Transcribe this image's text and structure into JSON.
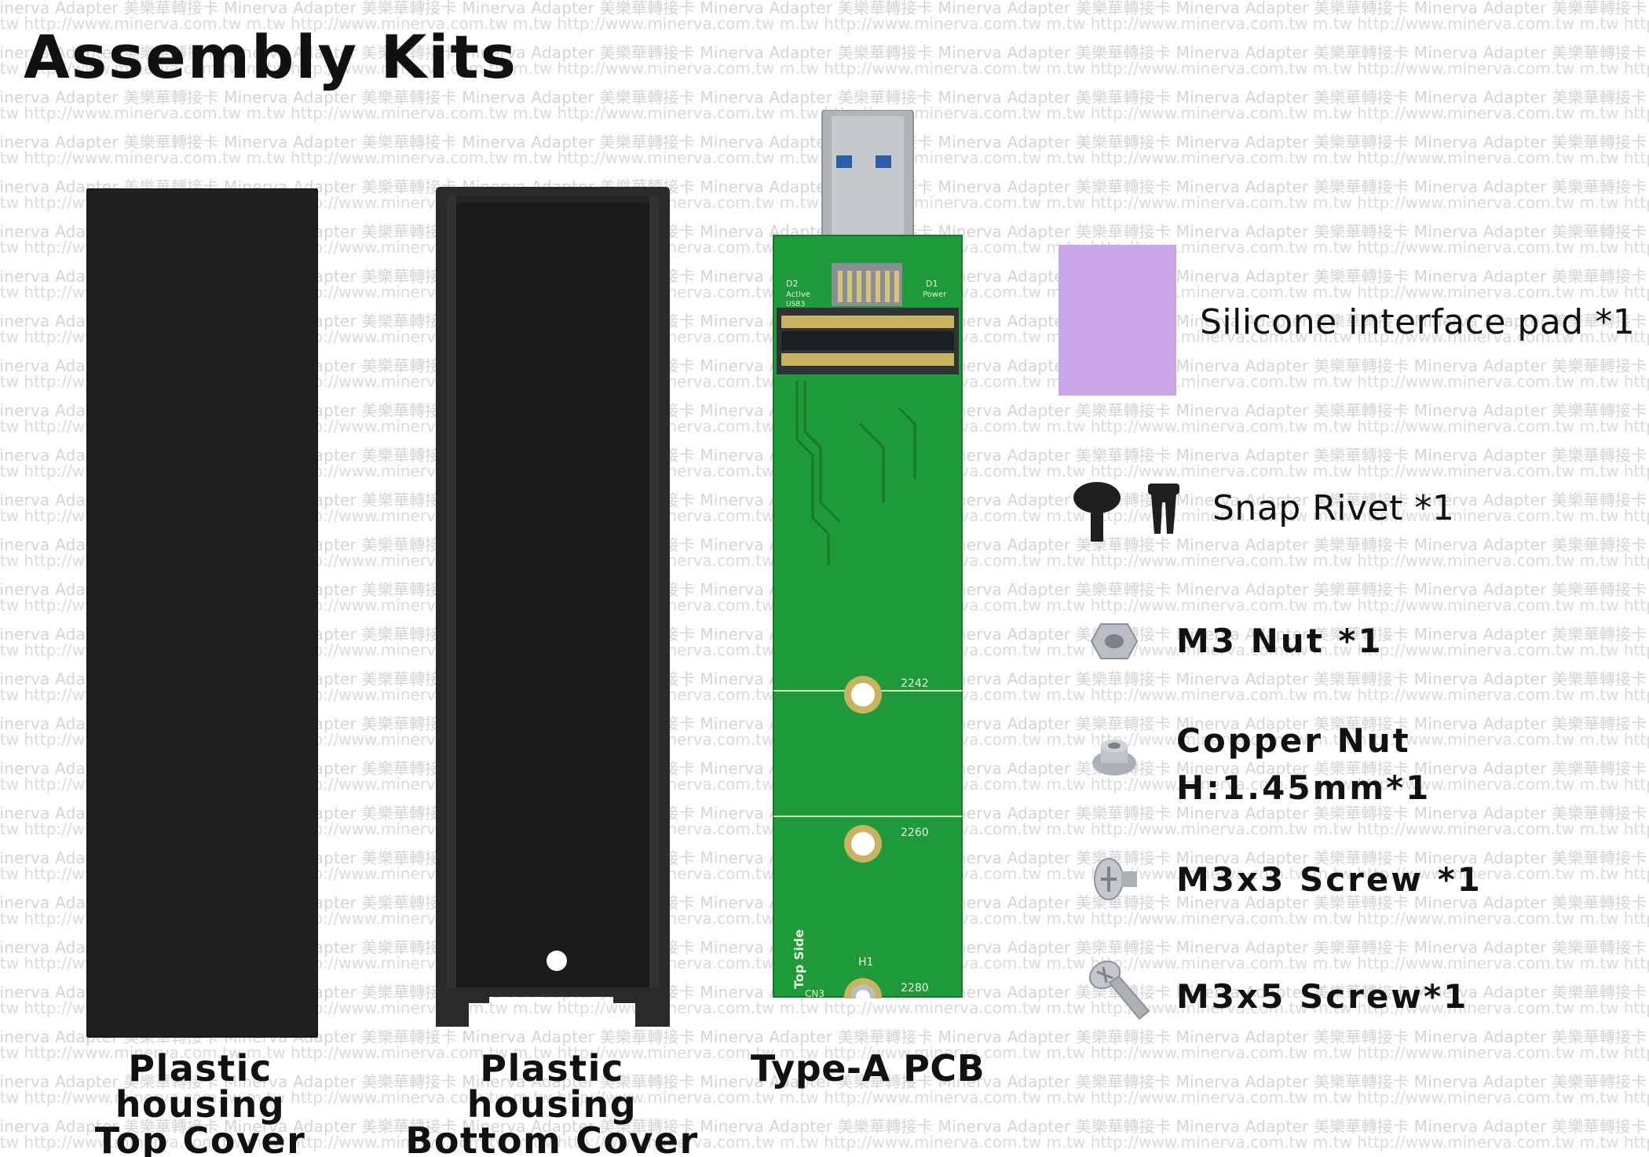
{
  "title": "Assembly Kits",
  "watermark": {
    "brand": "Minerva Adapter 美樂華轉接卡",
    "url": "http://www.minerva.com.tw"
  },
  "items": {
    "top_cover": {
      "line1": "Plastic housing",
      "line2": "Top Cover"
    },
    "bottom_cover": {
      "line1": "Plastic housing",
      "line2": "Bottom Cover"
    },
    "pcb": {
      "label": "Type-A PCB",
      "silkscreen": {
        "d2": "D2",
        "active": "Active",
        "usb3": "USB3",
        "d1": "D1",
        "power": "Power",
        "mark_2242": "2242",
        "mark_2260": "2260",
        "mark_2280": "2280",
        "top_side": "Top Side",
        "h1": "H1",
        "u_mark": "CN3"
      }
    },
    "silicone_pad": {
      "label": "Silicone interface pad *1"
    },
    "snap_rivet": {
      "label": "Snap Rivet *1"
    },
    "m3_nut": {
      "label": "M3 Nut *1"
    },
    "copper_nut": {
      "line1": "Copper Nut",
      "line2": "H:1.45mm*1"
    },
    "m3x3_screw": {
      "label": "M3x3 Screw *1"
    },
    "m3x5_screw": {
      "label": "M3x5 Screw*1"
    }
  },
  "colors": {
    "pcb_green": "#1f9a3a",
    "housing_dark": "#1e1e1e",
    "pad_lavender": "#c8a6e8",
    "metal": "#b9bec4"
  }
}
